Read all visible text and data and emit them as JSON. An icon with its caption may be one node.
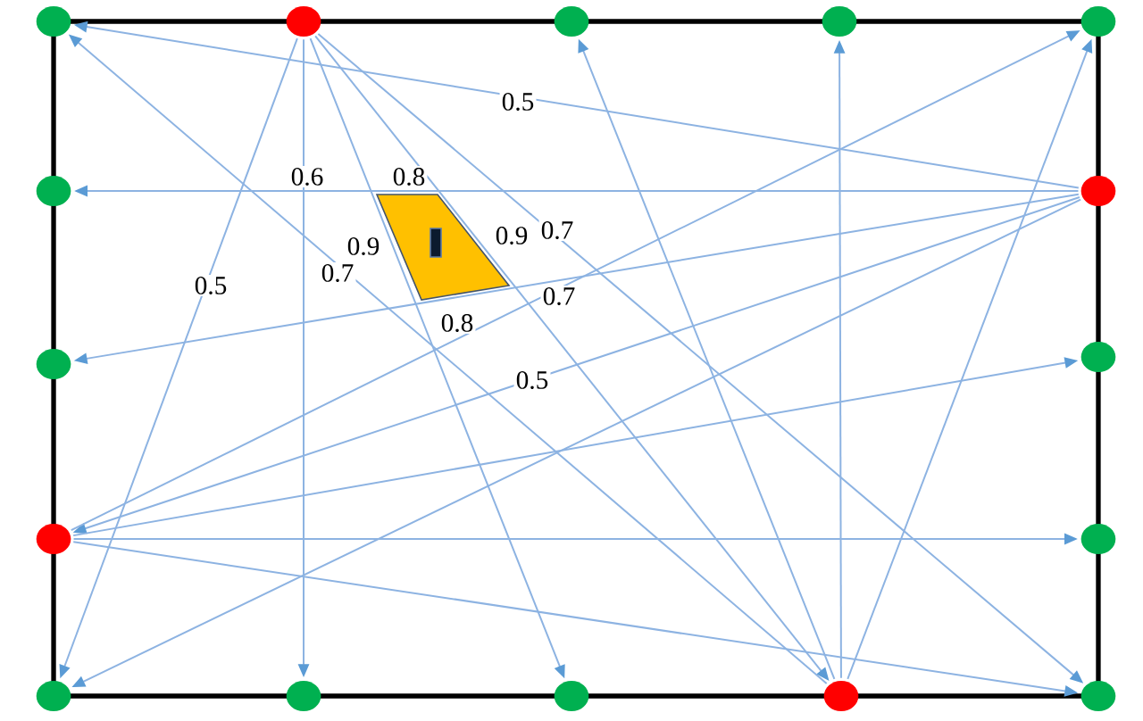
{
  "diagram": {
    "nodes": [
      {
        "text": [],
        "shape": "circle"
      },
      {
        "text": [],
        "shape": "circle"
      },
      {
        "text": [],
        "shape": "circle"
      },
      {
        "text": [],
        "shape": "circle"
      },
      {
        "text": [],
        "shape": "circle"
      },
      {
        "text": [],
        "shape": "circle"
      },
      {
        "text": [],
        "shape": "circle"
      },
      {
        "text": [],
        "shape": "circle"
      },
      {
        "text": [],
        "shape": "circle"
      },
      {
        "text": [],
        "shape": "circle"
      },
      {
        "text": [],
        "shape": "circle"
      },
      {
        "text": [],
        "shape": "circle"
      },
      {
        "text": [],
        "shape": "circle"
      },
      {
        "text": [],
        "shape": "circle"
      },
      {
        "text": [],
        "shape": "circle"
      },
      {
        "text": [],
        "shape": "circle"
      },
      {
        "text": [],
        "shape": "trapezoid",
        "beside": [
          "0.8",
          "0.9",
          "0.9",
          "0.8"
        ]
      }
    ],
    "edges": [
      {
        "from": 1,
        "to": 11,
        "arrow": "to",
        "label": "0.5"
      },
      {
        "from": 1,
        "to": 12,
        "arrow": "to"
      },
      {
        "from": 1,
        "to": 13,
        "arrow": "to"
      },
      {
        "from": 1,
        "to": 14,
        "arrow": "to"
      },
      {
        "from": 1,
        "to": 15,
        "arrow": "to",
        "label": "0.7"
      },
      {
        "from": 6,
        "to": 0,
        "arrow": "to",
        "label": "0.5"
      },
      {
        "from": 6,
        "to": 5,
        "arrow": "to",
        "label": "0.6"
      },
      {
        "from": 6,
        "to": 7,
        "arrow": "to"
      },
      {
        "from": 6,
        "to": 9,
        "arrow": "to",
        "label": "0.5"
      },
      {
        "from": 6,
        "to": 11,
        "arrow": "to"
      },
      {
        "from": 9,
        "to": 4,
        "arrow": "to",
        "label": "0.7"
      },
      {
        "from": 9,
        "to": 8,
        "arrow": "to"
      },
      {
        "from": 9,
        "to": 10,
        "arrow": "to"
      },
      {
        "from": 9,
        "to": 15,
        "arrow": "to"
      },
      {
        "from": 14,
        "to": 0,
        "arrow": "to",
        "label": "0.7"
      },
      {
        "from": 14,
        "to": 2,
        "arrow": "to"
      },
      {
        "from": 14,
        "to": 3,
        "arrow": "to"
      },
      {
        "from": 14,
        "to": 4,
        "arrow": "to"
      }
    ]
  }
}
